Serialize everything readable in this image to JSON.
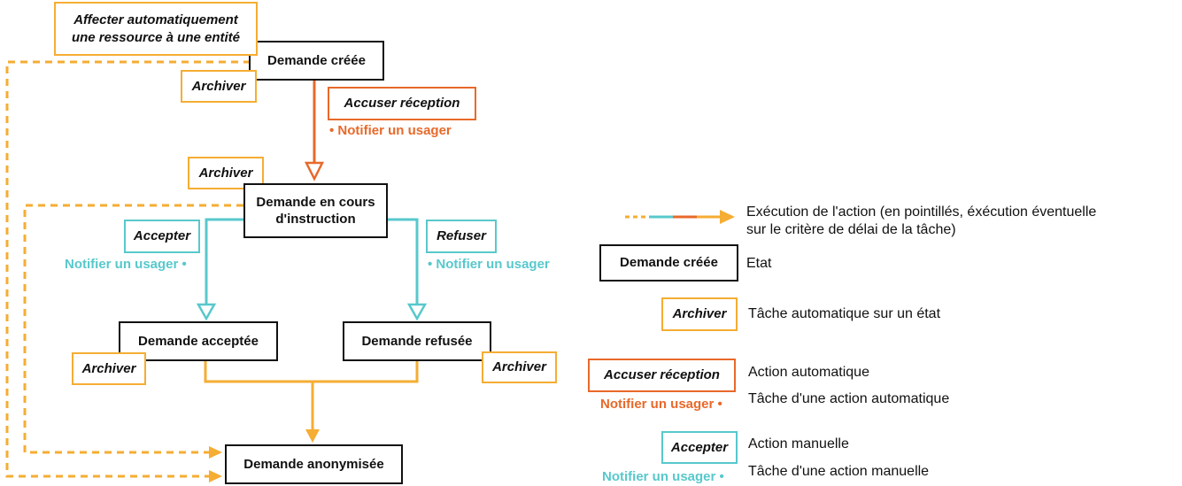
{
  "colors": {
    "state_border": "#111111",
    "task_border": "#f5ad33",
    "auto_action": "#e8692a",
    "manual_action": "#58c8cc",
    "flow": "#f5ad33"
  },
  "diagram": {
    "states": {
      "created": "Demande créée",
      "instruction_line1": "Demande en cours",
      "instruction_line2": "d'instruction",
      "accepted": "Demande acceptée",
      "refused": "Demande refusée",
      "anonymized": "Demande anonymisée"
    },
    "tasks": {
      "assign_line1": "Affecter automatiquement",
      "assign_line2": "une ressource à une entité",
      "archive": "Archiver"
    },
    "actions": {
      "acknowledge": "Accuser réception",
      "accept": "Accepter",
      "refuse": "Refuser"
    },
    "notes": {
      "notify_after": "• Notifier un usager",
      "notify_before": "Notifier un usager •"
    }
  },
  "legend": {
    "execution_line1": "Exécution de l'action (en pointillés, éxécution éventuelle",
    "execution_line2": "sur le critère de délai de la tâche)",
    "state_sample": "Demande créée",
    "state_label": "Etat",
    "task_sample": "Archiver",
    "task_label": "Tâche automatique sur un état",
    "auto_sample": "Accuser réception",
    "auto_label": "Action automatique",
    "auto_note": "Notifier un usager •",
    "auto_note_label": "Tâche d'une action automatique",
    "manual_sample": "Accepter",
    "manual_label": "Action manuelle",
    "manual_note": "Notifier un usager •",
    "manual_note_label": "Tâche d'une action manuelle"
  }
}
